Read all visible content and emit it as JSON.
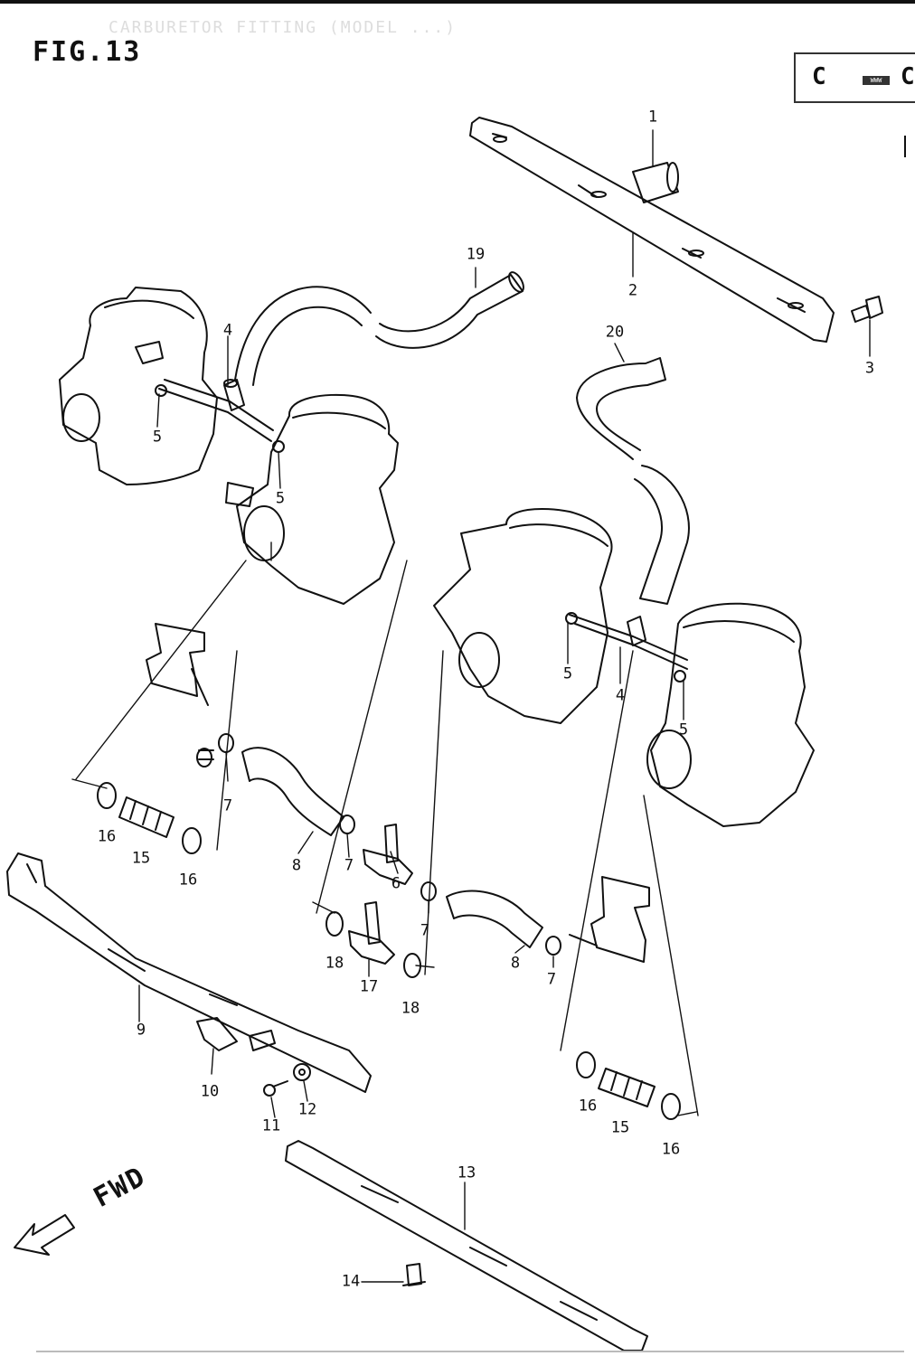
{
  "figure": {
    "title": "FIG.13",
    "header_faint": "CARBURETOR FITTING (MODEL ...)"
  },
  "direction_label": "FWD",
  "legend": {
    "badge_text": "WWW"
  },
  "callouts": {
    "c1": "1",
    "c2": "2",
    "c3": "3",
    "c4a": "4",
    "c4b": "4",
    "c5a": "5",
    "c5b": "5",
    "c5c": "5",
    "c5d": "5",
    "c6": "6",
    "c7a": "7",
    "c7b": "7",
    "c7c": "7",
    "c7d": "7",
    "c8a": "8",
    "c8b": "8",
    "c9": "9",
    "c10": "10",
    "c11": "11",
    "c12": "12",
    "c13": "13",
    "c14": "14",
    "c15a": "15",
    "c15b": "15",
    "c16a": "16",
    "c16b": "16",
    "c16c": "16",
    "c16d": "16",
    "c17": "17",
    "c18a": "18",
    "c18b": "18",
    "c19": "19",
    "c20": "20"
  }
}
